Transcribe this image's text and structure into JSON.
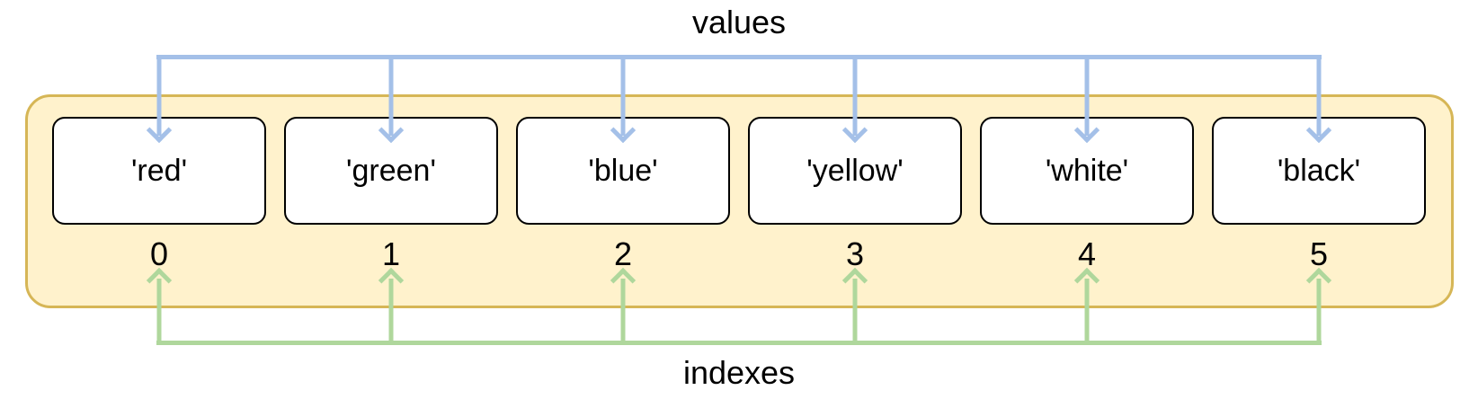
{
  "diagram": {
    "values_label": "values",
    "indexes_label": "indexes",
    "items": [
      {
        "value": "'red'",
        "index": "0"
      },
      {
        "value": "'green'",
        "index": "1"
      },
      {
        "value": "'blue'",
        "index": "2"
      },
      {
        "value": "'yellow'",
        "index": "3"
      },
      {
        "value": "'white'",
        "index": "4"
      },
      {
        "value": "'black'",
        "index": "5"
      }
    ],
    "colors": {
      "container_fill": "#FFF2CC",
      "container_border": "#D6B656",
      "cell_fill": "#FFFFFF",
      "cell_border": "#000000",
      "values_arrow": "#A4C0E8",
      "indexes_arrow": "#AFD79C",
      "text": "#000000"
    }
  }
}
